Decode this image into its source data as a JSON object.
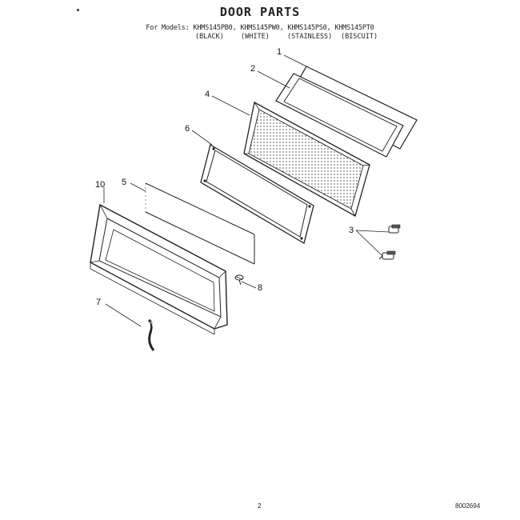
{
  "header": {
    "title": "DOOR PARTS",
    "models": "For Models: KHMS145PB0, KHMS145PW0, KHMS145PS0, KHMS145PT0",
    "variants": [
      "(BLACK)",
      "(WHITE)",
      "(STAINLESS)",
      "(BISCUIT)"
    ]
  },
  "callouts": [
    "1",
    "2",
    "3",
    "4",
    "5",
    "6",
    "7",
    "8",
    "10"
  ],
  "footer": {
    "page_number": "2",
    "drawing_code": "8002694"
  },
  "colors": {
    "ink": "#222222",
    "paper": "#ffffff"
  }
}
